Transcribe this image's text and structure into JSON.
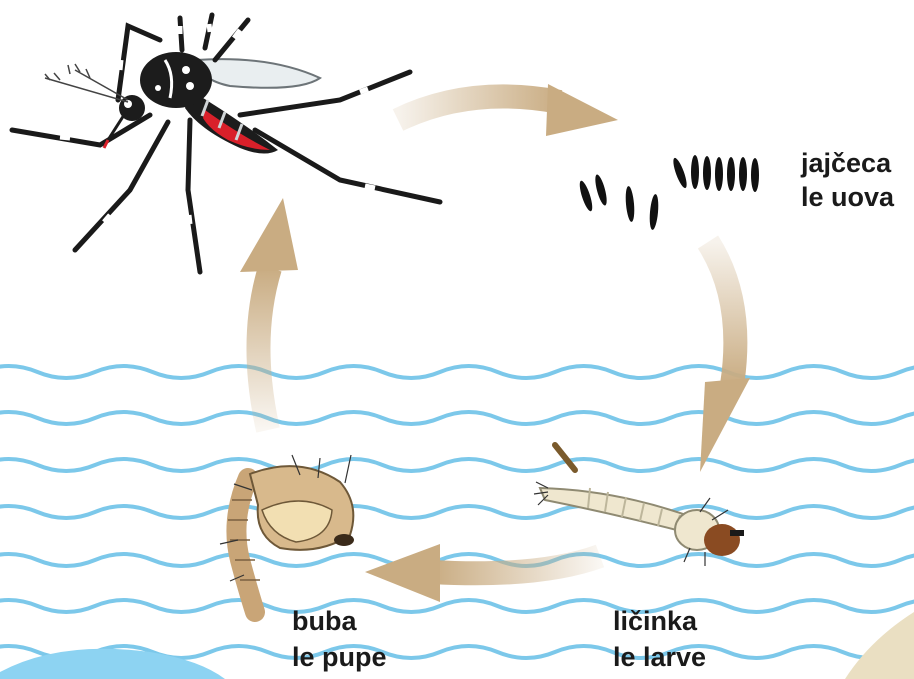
{
  "stages": [
    {
      "id": "egg",
      "line1": "jajčeca",
      "line2": "le uova"
    },
    {
      "id": "larva",
      "line1": "ličinka",
      "line2": "le larve"
    },
    {
      "id": "pupa",
      "line1": "buba",
      "line2": "le pupe"
    },
    {
      "id": "adult",
      "line1": "",
      "line2": ""
    }
  ],
  "colors": {
    "water": "#7cc8ea",
    "arrow": "#c9ac82",
    "mosquito_body": "#1c1c1c",
    "mosquito_red": "#d9202a",
    "larva_body": "#efe7cf",
    "larva_head": "#8a4b22",
    "pupa_body": "#d8b98c",
    "pond": "#8dd3f2",
    "sand": "#eadfc2"
  },
  "icons": [
    "mosquito",
    "eggs",
    "larva",
    "pupa",
    "cycle-arrow"
  ]
}
